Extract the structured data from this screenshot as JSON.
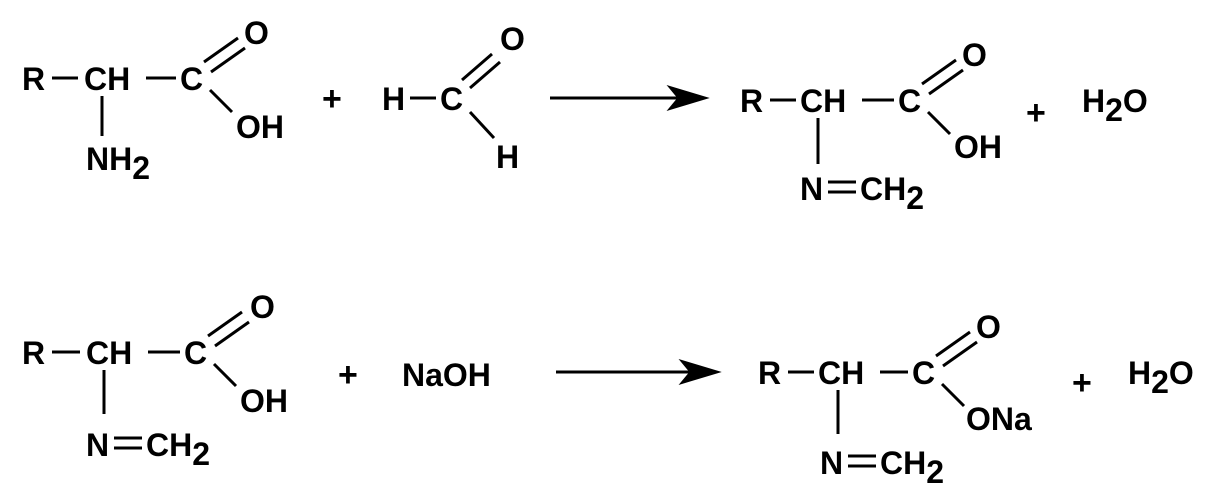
{
  "colors": {
    "ink": "#000000",
    "background": "#ffffff"
  },
  "reaction1": {
    "reactant1": {
      "r": "R",
      "ch": "CH",
      "c": "C",
      "o": "O",
      "oh": "OH",
      "n": "NH",
      "n_sub": "2"
    },
    "plus1": "+",
    "reactant2": {
      "h_left": "H",
      "c": "C",
      "o": "O",
      "h_bottom": "H"
    },
    "product": {
      "r": "R",
      "ch": "CH",
      "c": "C",
      "o": "O",
      "oh": "OH",
      "n": "N",
      "ch2": "CH",
      "ch2_sub": "2"
    },
    "plus2": "+",
    "water": {
      "h": "H",
      "h_sub": "2",
      "o": "O"
    }
  },
  "reaction2": {
    "reactant1": {
      "r": "R",
      "ch": "CH",
      "c": "C",
      "o": "O",
      "oh": "OH",
      "n": "N",
      "ch2": "CH",
      "ch2_sub": "2"
    },
    "plus1": "+",
    "reagent": "NaOH",
    "product": {
      "r": "R",
      "ch": "CH",
      "c": "C",
      "o": "O",
      "ona": "ONa",
      "n": "N",
      "ch2": "CH",
      "ch2_sub": "2"
    },
    "plus2": "+",
    "water": {
      "h": "H",
      "h_sub": "2",
      "o": "O"
    }
  }
}
